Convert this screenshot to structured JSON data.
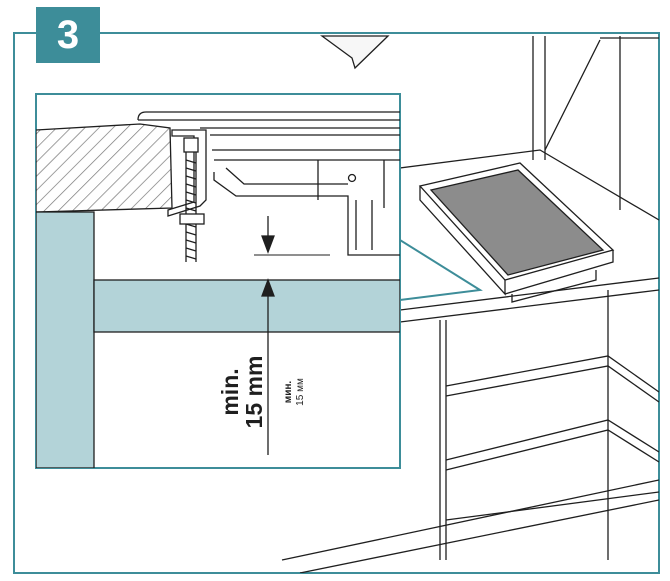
{
  "step": {
    "number": "3"
  },
  "dimension": {
    "label_en_line1": "min.",
    "label_en_line2": "15 mm",
    "label_ru_line1": "мин.",
    "label_ru_line2": "15 мм"
  },
  "colors": {
    "frame": "#3d8d99",
    "badge": "#3d8d99",
    "panel_fill": "#b3d3d8",
    "hob_surface": "#8c8c8c",
    "line": "#1f1f1f"
  }
}
